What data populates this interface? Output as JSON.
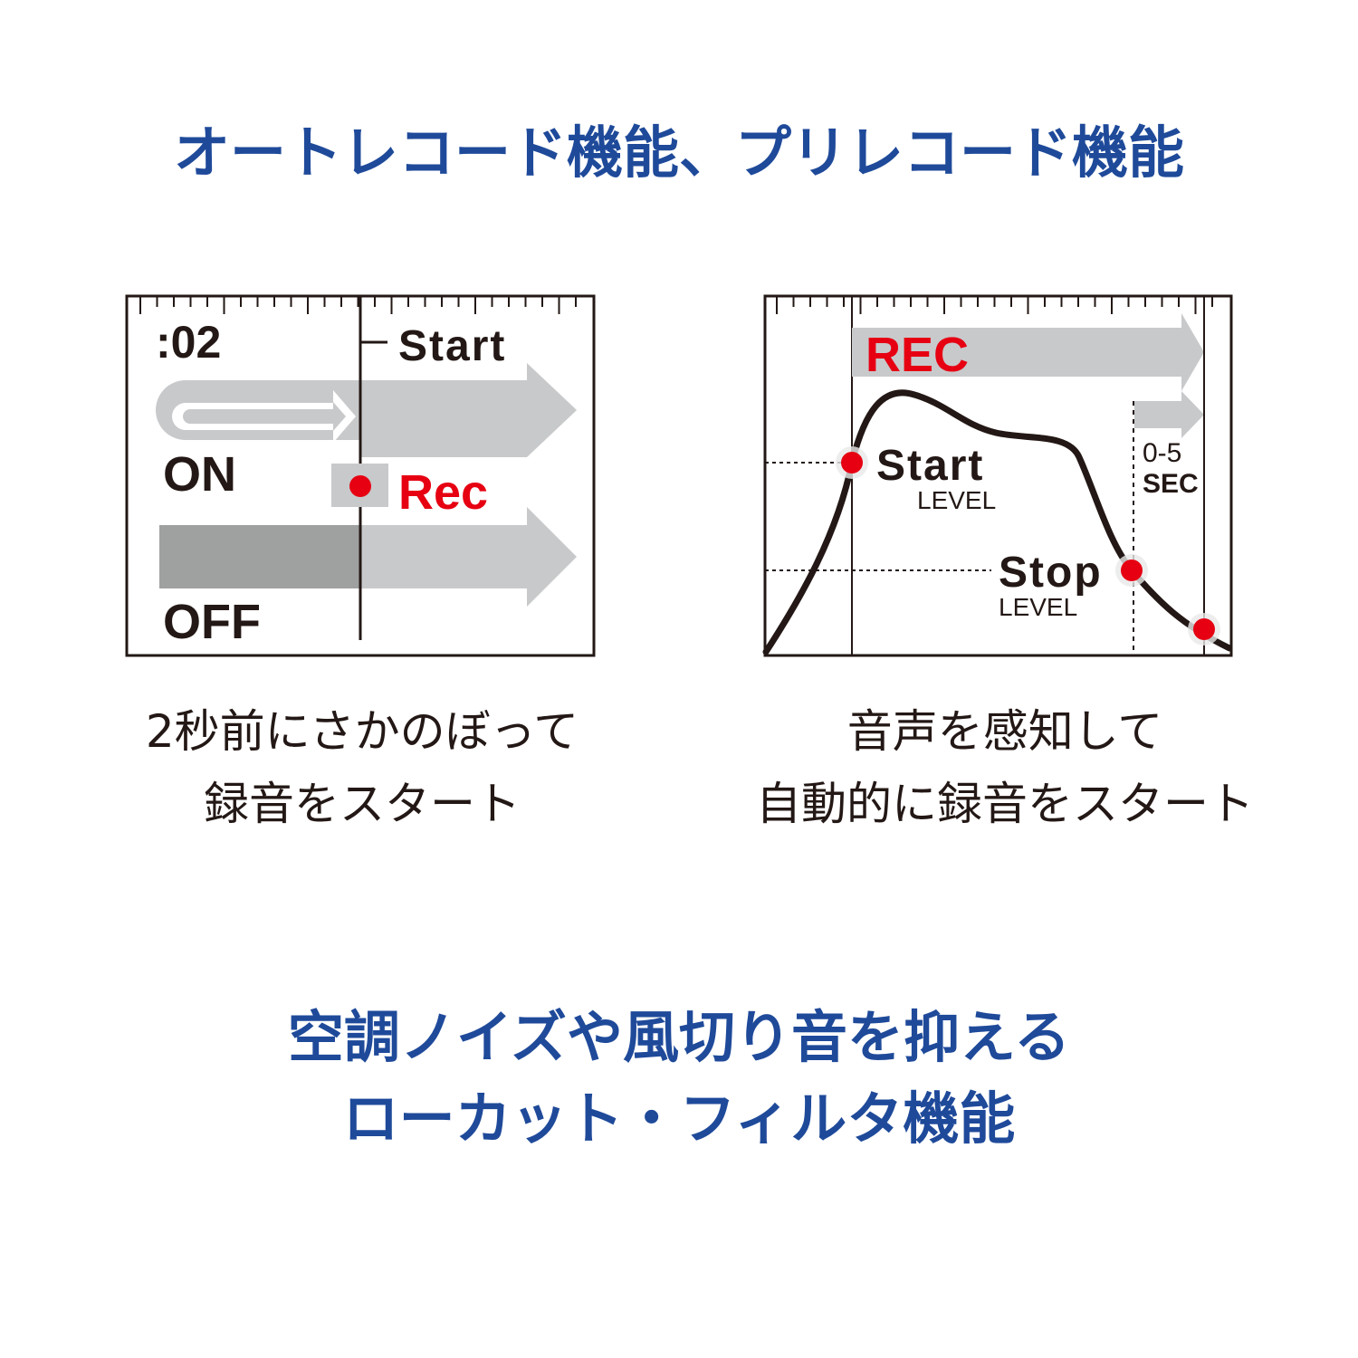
{
  "title": "オートレコード機能、プリレコード機能",
  "colors": {
    "heading": "#1f4a9a",
    "rec_red": "#e60012",
    "ink": "#231815",
    "arrow_gray": "#c8c9cb",
    "dark_gray": "#9fa0a0"
  },
  "left_panel": {
    "time_readout": ":02",
    "start_label": "Start",
    "on_label": "ON",
    "off_label": "OFF",
    "rec_label": "Rec",
    "caption": [
      "2秒前にさかのぼって",
      "録音をスタート"
    ]
  },
  "right_panel": {
    "rec_label": "REC",
    "start_label": "Start",
    "start_sub": "LEVEL",
    "stop_label": "Stop",
    "stop_sub": "LEVEL",
    "delay_label": "0-5",
    "delay_unit": "SEC",
    "caption": [
      "音声を感知して",
      "自動的に録音をスタート"
    ]
  },
  "footer": {
    "line1": "空調ノイズや風切り音を抑える",
    "line2": "ローカット・フィルタ機能"
  }
}
